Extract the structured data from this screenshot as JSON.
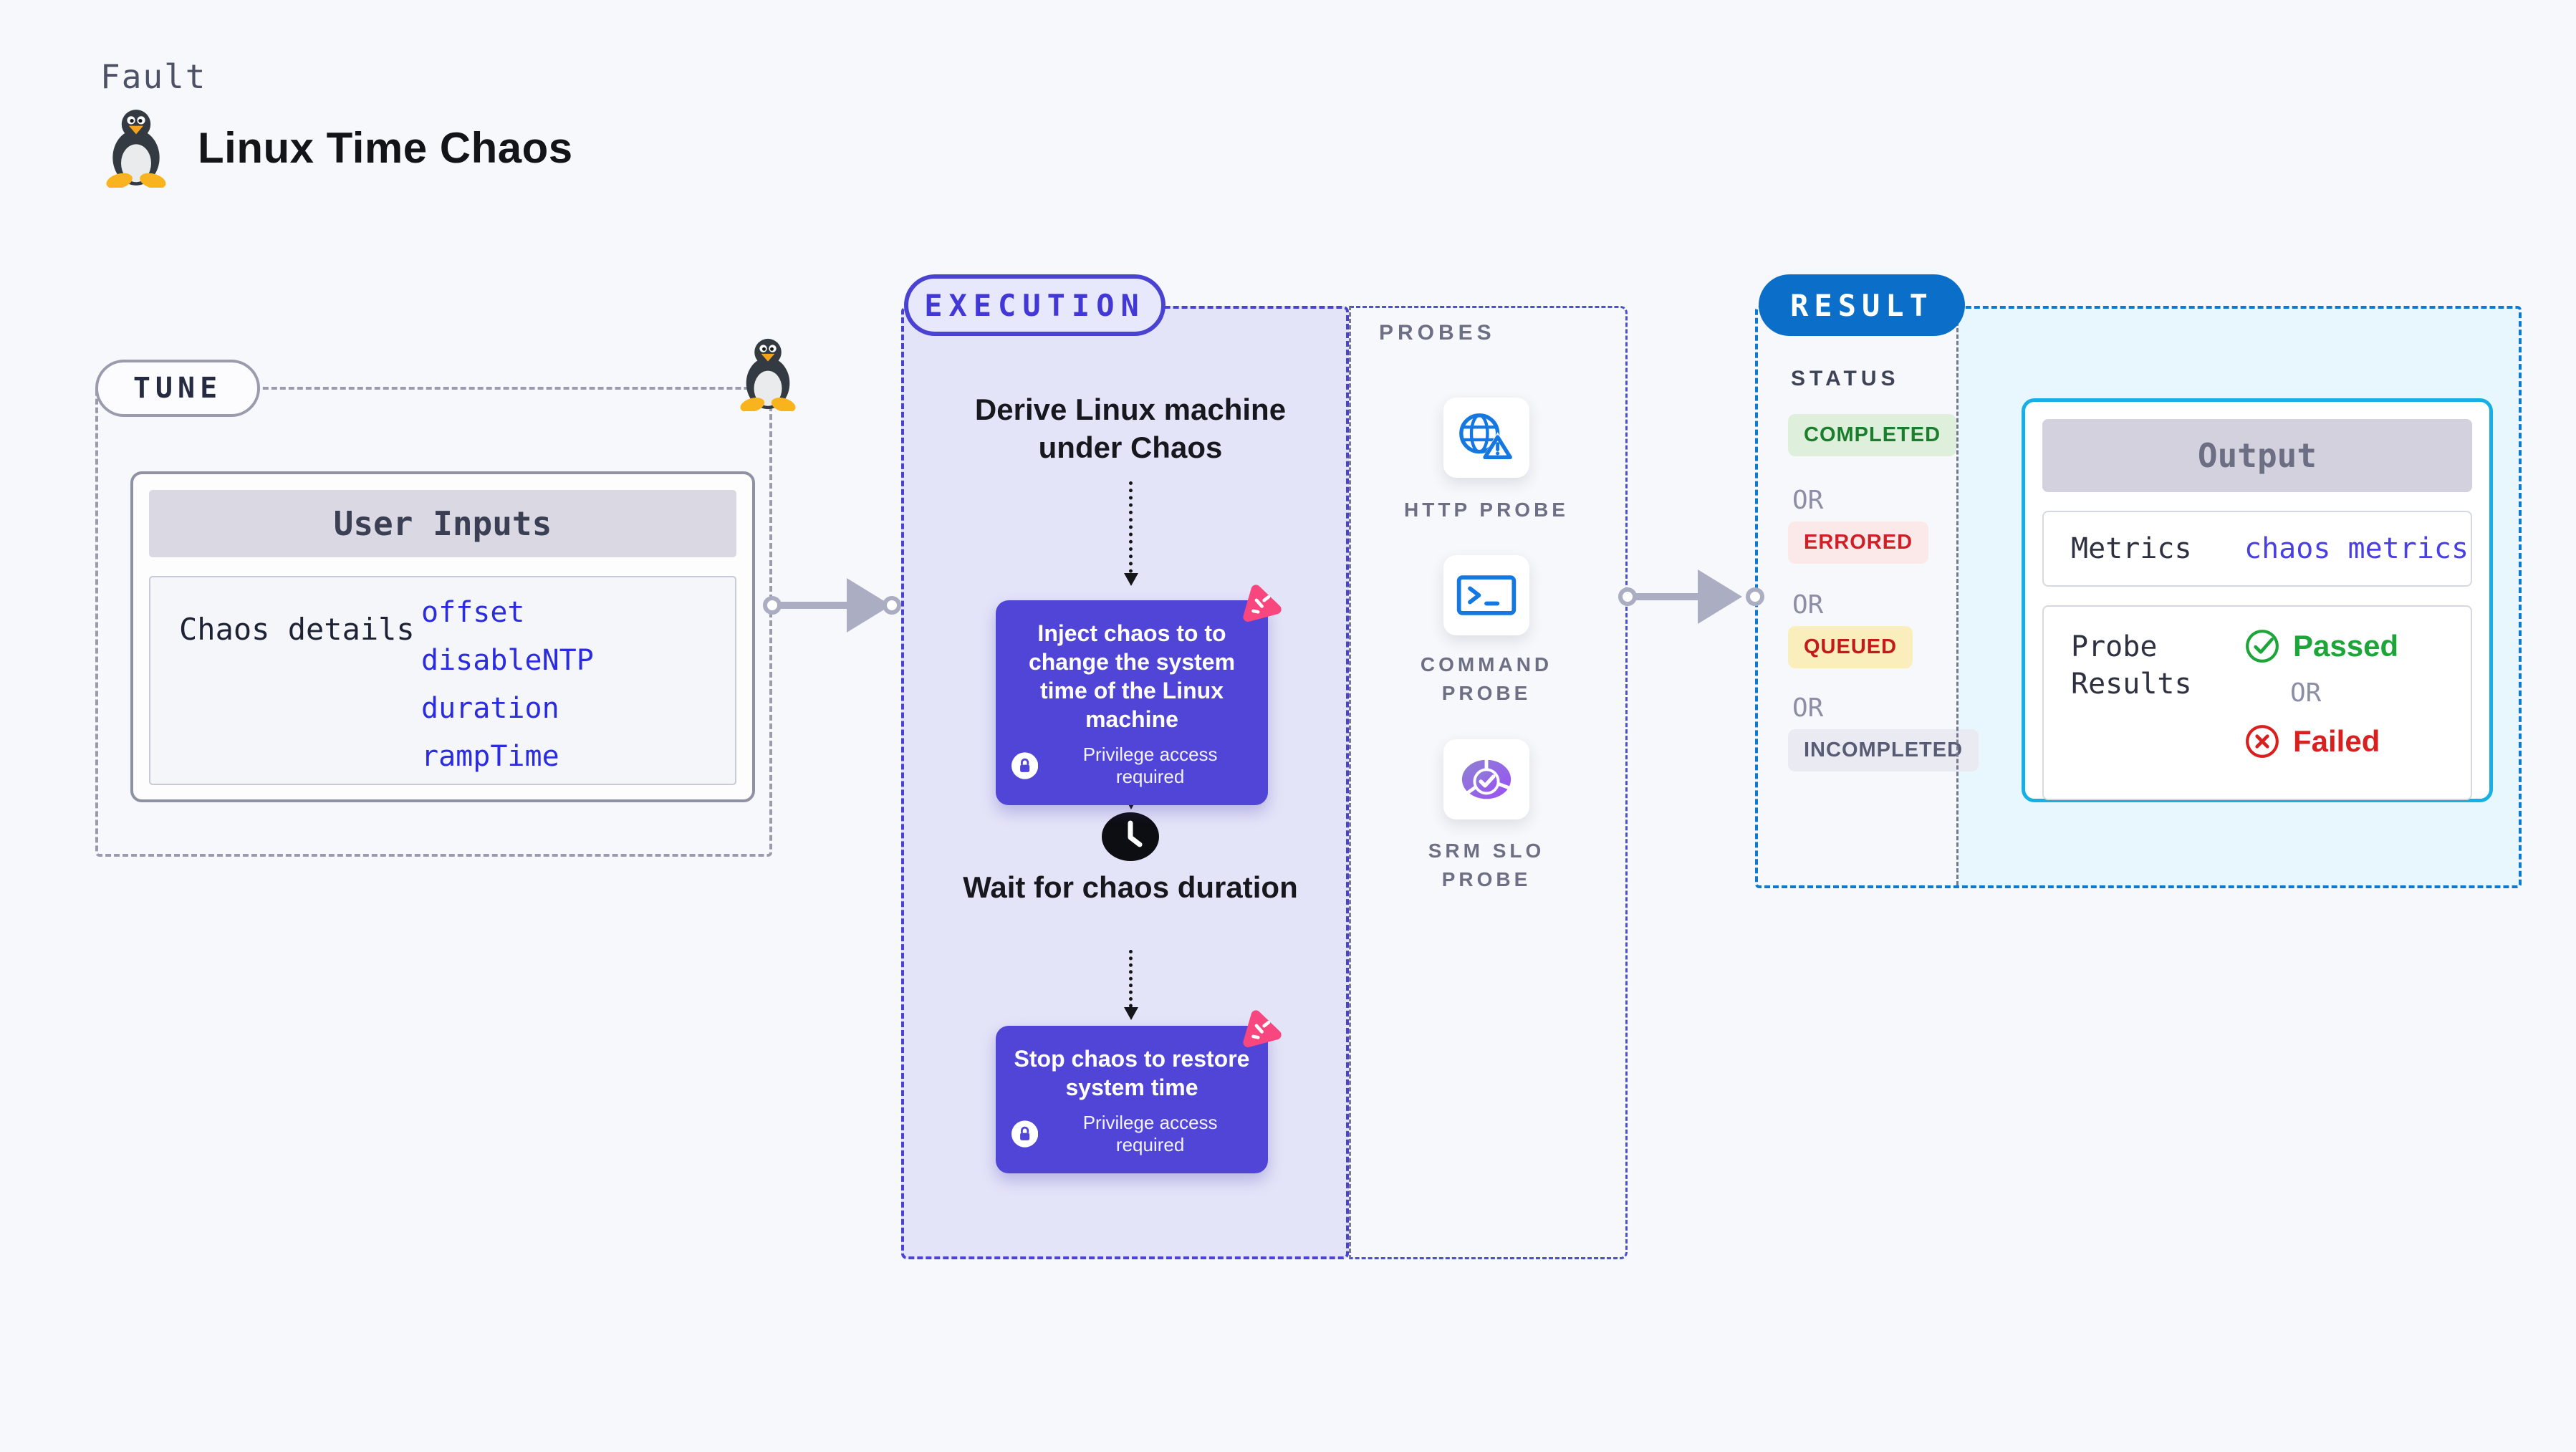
{
  "header": {
    "kicker": "Fault",
    "title": "Linux Time Chaos"
  },
  "tune": {
    "label": "TUNE",
    "card_title": "User Inputs",
    "row_label": "Chaos details",
    "inputs": [
      "offset",
      "disableNTP",
      "duration",
      "rampTime"
    ]
  },
  "execution": {
    "label": "EXECUTION",
    "derive_step": "Derive Linux machine under Chaos",
    "inject_card": {
      "text": "Inject chaos to to change the system time of the Linux machine",
      "badge": "Privilege access required"
    },
    "wait_step": "Wait for chaos duration",
    "stop_card": {
      "text": "Stop chaos to restore system time",
      "badge": "Privilege access required"
    }
  },
  "probes": {
    "label": "PROBES",
    "items": [
      {
        "name": "HTTP PROBE",
        "icon": "globe-alert-icon"
      },
      {
        "name": "COMMAND PROBE",
        "icon": "terminal-icon"
      },
      {
        "name": "SRM SLO PROBE",
        "icon": "slo-donut-icon"
      }
    ]
  },
  "result": {
    "label": "RESULT",
    "status_title": "STATUS",
    "or": "OR",
    "statuses": [
      {
        "text": "COMPLETED",
        "type": "completed"
      },
      {
        "text": "ERRORED",
        "type": "errored"
      },
      {
        "text": "QUEUED",
        "type": "queued"
      },
      {
        "text": "INCOMPLETED",
        "type": "incompleted"
      }
    ],
    "output": {
      "title": "Output",
      "metrics_label": "Metrics",
      "metrics_value": "chaos metrics",
      "probe_results_label": "Probe Results",
      "passed_label": "Passed",
      "or": "OR",
      "failed_label": "Failed"
    }
  },
  "icons": {
    "tux": "tux-icon",
    "lock": "lock-icon",
    "clock": "clock-icon",
    "globe_alert": "globe-alert-icon",
    "terminal": "terminal-icon",
    "slo_donut": "slo-donut-icon",
    "chaos_logo": "chaos-logo-icon",
    "check_circle": "check-circle-icon",
    "x_circle": "x-circle-icon"
  },
  "colors": {
    "page_bg": "#f7f8fb",
    "execution_accent": "#4a43d2",
    "execution_bg": "#e4e4f8",
    "result_accent": "#0d7ad0",
    "result_pill": "#0b6fca",
    "output_border": "#17b0e6",
    "output_area_bg": "#e8f6fd",
    "step_card_purple": "#5145d8",
    "chaos_logo_pink": "#f8467e",
    "probe_icon_blue": "#1478e0",
    "slo_purple": "#9a4ff5",
    "value_blue": "#2b2bdf",
    "passed_green": "#1ea53a",
    "failed_red": "#d8201f",
    "completed": "#1b7e2c",
    "errored": "#ce2027",
    "queued": "#c41a1a",
    "incompleted": "#575b74"
  }
}
